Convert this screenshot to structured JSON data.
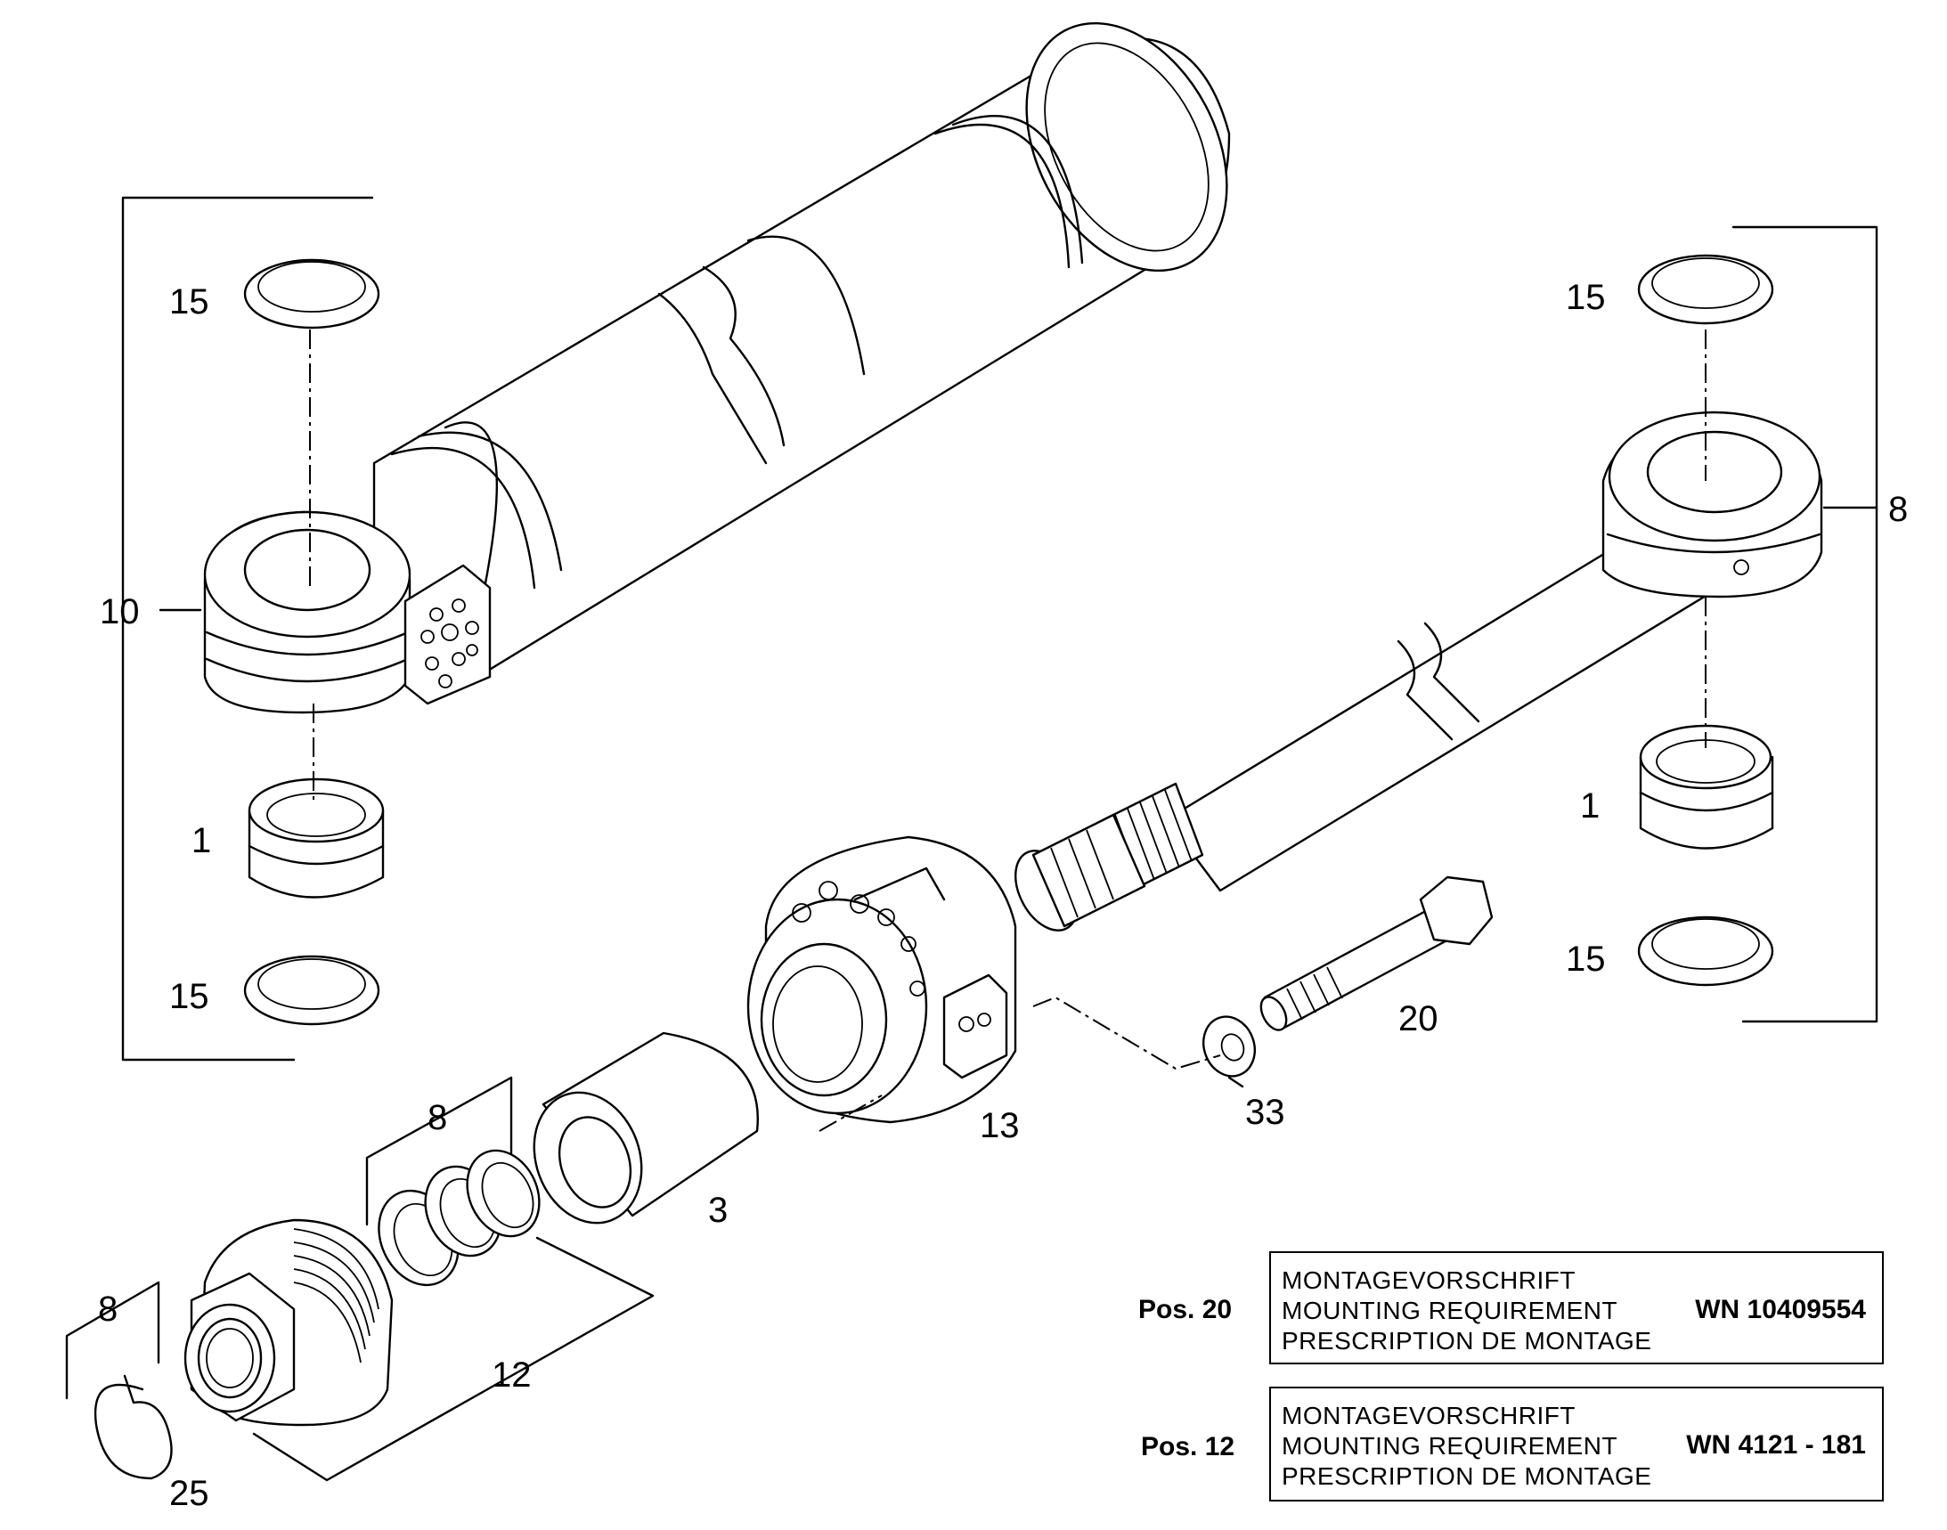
{
  "callouts": {
    "c15_top_left": "15",
    "c10": "10",
    "c1_left": "1",
    "c15_bottom_left": "15",
    "c15_top_right": "15",
    "c8_right": "8",
    "c1_right": "1",
    "c15_bottom_right": "15",
    "c20": "20",
    "c33": "33",
    "c13": "13",
    "c3": "3",
    "c8_seals": "8",
    "c12": "12",
    "c8_clip": "8",
    "c25": "25"
  },
  "notes": [
    {
      "position_label": "Pos. 20",
      "line1": "MONTAGEVORSCHRIFT",
      "line2": "MOUNTING REQUIREMENT",
      "line3": "PRESCRIPTION DE MONTAGE",
      "code": "WN 10409554"
    },
    {
      "position_label": "Pos. 12",
      "line1": "MONTAGEVORSCHRIFT",
      "line2": "MOUNTING REQUIREMENT",
      "line3": "PRESCRIPTION DE MONTAGE",
      "code": "WN 4121 - 181"
    }
  ]
}
